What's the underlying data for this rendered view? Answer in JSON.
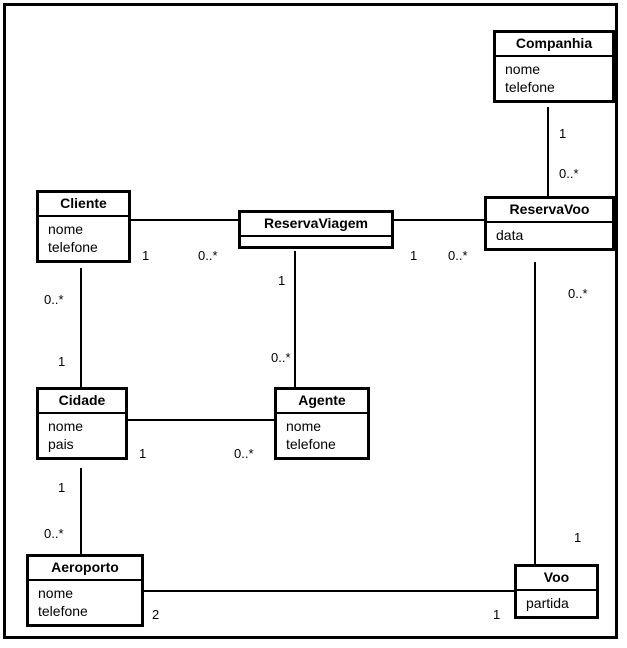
{
  "diagram": {
    "type": "uml-class-diagram",
    "title": "",
    "classes": [
      {
        "id": "companhia",
        "name": "Companhia",
        "attributes": [
          "nome",
          "telefone"
        ]
      },
      {
        "id": "cliente",
        "name": "Cliente",
        "attributes": [
          "nome",
          "telefone"
        ]
      },
      {
        "id": "reservaviagem",
        "name": "ReservaViagem",
        "attributes": []
      },
      {
        "id": "reservavoo",
        "name": "ReservaVoo",
        "attributes": [
          "data"
        ]
      },
      {
        "id": "cidade",
        "name": "Cidade",
        "attributes": [
          "nome",
          "pais"
        ]
      },
      {
        "id": "agente",
        "name": "Agente",
        "attributes": [
          "nome",
          "telefone"
        ]
      },
      {
        "id": "aeroporto",
        "name": "Aeroporto",
        "attributes": [
          "nome",
          "telefone"
        ]
      },
      {
        "id": "voo",
        "name": "Voo",
        "attributes": [
          "partida"
        ]
      }
    ],
    "associations": [
      {
        "id": "companhia-reservavoo",
        "from": "Companhia",
        "to": "ReservaVoo",
        "from_multiplicity": "1",
        "to_multiplicity": "0..*"
      },
      {
        "id": "cliente-reservaviagem",
        "from": "Cliente",
        "to": "ReservaViagem",
        "from_multiplicity": "1",
        "to_multiplicity": "0..*"
      },
      {
        "id": "reservaviagem-reservavoo",
        "from": "ReservaViagem",
        "to": "ReservaVoo",
        "from_multiplicity": "1",
        "to_multiplicity": "0..*"
      },
      {
        "id": "reservaviagem-agente",
        "from": "ReservaViagem",
        "to": "Agente",
        "from_multiplicity": "1",
        "to_multiplicity": "0..*"
      },
      {
        "id": "cliente-cidade",
        "from": "Cliente",
        "to": "Cidade",
        "from_multiplicity": "0..*",
        "to_multiplicity": "1"
      },
      {
        "id": "cidade-agente",
        "from": "Cidade",
        "to": "Agente",
        "from_multiplicity": "1",
        "to_multiplicity": "0..*"
      },
      {
        "id": "cidade-aeroporto",
        "from": "Cidade",
        "to": "Aeroporto",
        "from_multiplicity": "1",
        "to_multiplicity": "0..*"
      },
      {
        "id": "reservavoo-voo",
        "from": "ReservaVoo",
        "to": "Voo",
        "from_multiplicity": "0..*",
        "to_multiplicity": "1"
      },
      {
        "id": "aeroporto-voo",
        "from": "Aeroporto",
        "to": "Voo",
        "from_multiplicity": "2",
        "to_multiplicity": "1"
      }
    ],
    "multiplicity_labels": {
      "companhia_down": "1",
      "reservavoo_up": "0..*",
      "cliente_right": "1",
      "reservaviagem_left": "0..*",
      "reservaviagem_right": "1",
      "reservavoo_left": "0..*",
      "reservaviagem_down": "1",
      "agente_up": "0..*",
      "cliente_down": "0..*",
      "cidade_up": "1",
      "cidade_right": "1",
      "agente_left": "0..*",
      "cidade_down": "1",
      "aeroporto_up": "0..*",
      "reservavoo_down": "0..*",
      "voo_up": "1",
      "aeroporto_right": "2",
      "voo_left": "1"
    },
    "colors": {
      "stroke": "#000000",
      "fill": "#ffffff",
      "text": "#000000"
    }
  }
}
